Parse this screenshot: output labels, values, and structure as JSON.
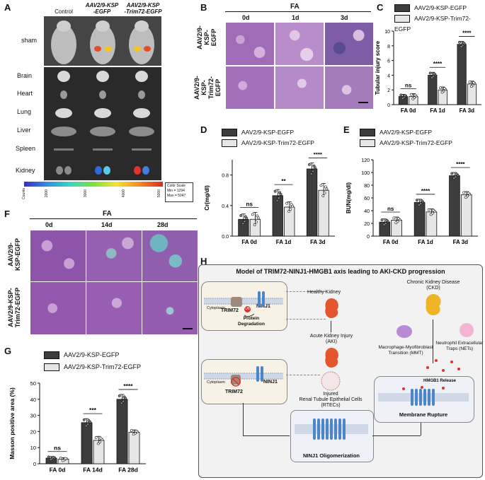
{
  "panelA": {
    "label": "A",
    "columns": [
      "Control",
      "AAV2/9-KSP\n-EGFP",
      "AAV2/9-KSP\n-Trim72-EGFP"
    ],
    "col1": "Control",
    "col2a": "AAV2/9-KSP",
    "col2b": "-EGFP",
    "col3a": "AAV2/9-KSP",
    "col3b": "-Trim72-EGFP",
    "top_row": "sham",
    "organs": [
      "Brain",
      "Heart",
      "Lung",
      "Liver",
      "Spleen",
      "Kidney"
    ],
    "colorbar_label": "Counts",
    "colorbar_ticks": [
      "2000",
      "3000",
      "4000",
      "5000"
    ],
    "scale_box": [
      "Color Scale",
      "Min = 1294",
      "Max = 5047"
    ]
  },
  "panelB": {
    "label": "B",
    "group": "FA",
    "columns": [
      "0d",
      "1d",
      "3d"
    ],
    "row1": [
      "AAV2/9-",
      "KSP-EGFP"
    ],
    "row2": [
      "AAV2/9-KSP-",
      "Trim72-EGFP"
    ]
  },
  "panelF": {
    "label": "F",
    "group": "FA",
    "columns": [
      "0d",
      "14d",
      "28d"
    ],
    "row1": [
      "AAV2/9-",
      "KSP-EGFP"
    ],
    "row2": [
      "AAV2/9-KSP-",
      "Trim72-EGFP"
    ]
  },
  "legend": {
    "egfp": "AAV2/9-KSP-EGFP",
    "trim72": "AAV2/9-KSP-Trim72-EGFP"
  },
  "colors": {
    "egfp": "#3d3d3d",
    "trim72": "#e6e6e6",
    "kidney": "#e4572e",
    "ckd": "#f0b429"
  },
  "chart_data": [
    {
      "panel": "C",
      "type": "bar",
      "categories": [
        "FA 0d",
        "FA 1d",
        "FA 3d"
      ],
      "series": [
        {
          "name": "AAV2/9-KSP-EGFP",
          "values": [
            1.1,
            4.0,
            8.2
          ]
        },
        {
          "name": "AAV2/9-KSP-Trim72-EGFP",
          "values": [
            1.1,
            2.0,
            2.8
          ]
        }
      ],
      "errors": [
        [
          0.3,
          0.4,
          0.4
        ],
        [
          0.4,
          0.4,
          0.4
        ]
      ],
      "ylabel": "Tubular injury score",
      "ylim": [
        0,
        10
      ],
      "yticks": [
        0,
        2,
        4,
        6,
        8,
        10
      ],
      "significance": [
        "ns",
        "****",
        "****"
      ]
    },
    {
      "panel": "D",
      "type": "bar",
      "categories": [
        "FA 0d",
        "FA 1d",
        "FA 3d"
      ],
      "series": [
        {
          "name": "AAV2/9-KSP-EGFP",
          "values": [
            0.22,
            0.53,
            0.88
          ]
        },
        {
          "name": "AAV2/9-KSP-Trim72-EGFP",
          "values": [
            0.22,
            0.38,
            0.6
          ]
        }
      ],
      "errors": [
        [
          0.07,
          0.08,
          0.08
        ],
        [
          0.09,
          0.07,
          0.09
        ]
      ],
      "ylabel": "Cr(mg/dl)",
      "ylim": [
        0,
        1.0
      ],
      "yticks": [
        0.0,
        0.4,
        0.8
      ],
      "significance": [
        "ns",
        "**",
        "****"
      ]
    },
    {
      "panel": "E",
      "type": "bar",
      "categories": [
        "FA 0d",
        "FA 1d",
        "FA 3d"
      ],
      "series": [
        {
          "name": "AAV2/9-KSP-EGFP",
          "values": [
            22,
            53,
            95
          ]
        },
        {
          "name": "AAV2/9-KSP-Trim72-EGFP",
          "values": [
            25,
            38,
            65
          ]
        }
      ],
      "errors": [
        [
          5,
          5,
          5
        ],
        [
          5,
          5,
          5
        ]
      ],
      "ylabel": "BUN(mg/dl)",
      "ylim": [
        0,
        120
      ],
      "yticks": [
        0,
        20,
        40,
        60,
        80,
        100,
        120
      ],
      "significance": [
        "ns",
        "****",
        "****"
      ]
    },
    {
      "panel": "G",
      "type": "bar",
      "categories": [
        "FA 0d",
        "FA 14d",
        "FA 28d"
      ],
      "series": [
        {
          "name": "AAV2/9-KSP-EGFP",
          "values": [
            3.5,
            25.5,
            40
          ]
        },
        {
          "name": "AAV2/9-KSP-Trim72-EGFP",
          "values": [
            2.8,
            14.5,
            19.5
          ]
        }
      ],
      "errors": [
        [
          1,
          2.5,
          3
        ],
        [
          1,
          2.5,
          1.5
        ]
      ],
      "ylabel": "Masson positive area (%)",
      "ylim": [
        0,
        50
      ],
      "yticks": [
        0,
        10,
        20,
        30,
        40,
        50
      ],
      "significance": [
        "ns",
        "***",
        "****"
      ]
    }
  ],
  "panelH": {
    "label": "H",
    "title": "Model of TRIM72-NINJ1-HMGB1 axis leading to AKI-CKD progression",
    "healthy": "Healthy Kidney",
    "aki": [
      "Acute Kidney Injury",
      "(AKI)"
    ],
    "ckd": [
      "Chronic Kidney Disease",
      "(CKD)"
    ],
    "mmt": [
      "Macrophage-Myofibroblast",
      "Transition (MMT)"
    ],
    "nets": [
      "Neutrophil Extracellular",
      "Traps (NETs)"
    ],
    "hmgb1": "HMGB1 Release",
    "rupture": "Membrane Rupture",
    "oligo": "NINJ1 Oligomerization",
    "injured": [
      "Injured",
      "Renal Tubule Epithelial Cells",
      "(RTECs)"
    ],
    "cytoplasm": "Cytoplasm",
    "trim72": "TRIM72",
    "ninj1": "NINJ1",
    "ub": "Ub",
    "degradation": [
      "Protein",
      "Degradation"
    ]
  }
}
